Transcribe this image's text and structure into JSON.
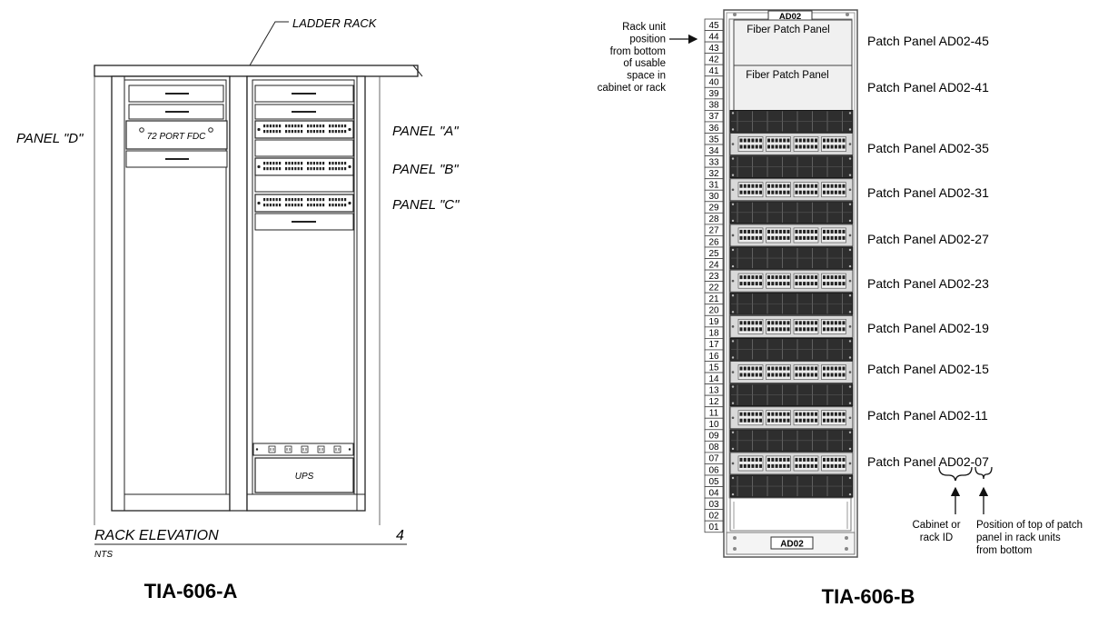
{
  "left": {
    "ladder_rack_label": "LADDER RACK",
    "panel_d_label": "PANEL \"D\"",
    "panel_a_label": "PANEL \"A\"",
    "panel_b_label": "PANEL \"B\"",
    "panel_c_label": "PANEL \"C\"",
    "fdc_label": "72 PORT FDC",
    "ups_label": "UPS",
    "elevation_title": "RACK ELEVATION",
    "elevation_number": "4",
    "nts_label": "NTS",
    "standard_caption": "TIA-606-A"
  },
  "right": {
    "cabinet_id": "AD02",
    "cabinet_id_bottom": "AD02",
    "ru_note_lines": [
      "Rack unit",
      "position",
      "from bottom",
      "of usable",
      "space in",
      "cabinet or rack"
    ],
    "ru_labels": [
      "45",
      "44",
      "43",
      "42",
      "41",
      "40",
      "39",
      "38",
      "37",
      "36",
      "35",
      "34",
      "33",
      "32",
      "31",
      "30",
      "29",
      "28",
      "27",
      "26",
      "25",
      "24",
      "23",
      "22",
      "21",
      "20",
      "19",
      "18",
      "17",
      "16",
      "15",
      "14",
      "13",
      "12",
      "11",
      "10",
      "09",
      "08",
      "07",
      "06",
      "05",
      "04",
      "03",
      "02",
      "01"
    ],
    "fiber_panels": [
      "Fiber Patch Panel",
      "Fiber Patch Panel"
    ],
    "patch_panel_labels": [
      "Patch Panel AD02-45",
      "Patch Panel AD02-41",
      "Patch Panel AD02-35",
      "Patch Panel AD02-31",
      "Patch Panel AD02-27",
      "Patch Panel AD02-23",
      "Patch Panel AD02-19",
      "Patch Panel AD02-15",
      "Patch Panel AD02-11",
      "Patch Panel AD02-07"
    ],
    "cabinet_note_lines": [
      "Cabinet  or",
      "rack ID"
    ],
    "position_note_lines": [
      "Position of top of patch",
      "panel in rack units",
      "from bottom"
    ],
    "standard_caption": "TIA-606-B"
  }
}
